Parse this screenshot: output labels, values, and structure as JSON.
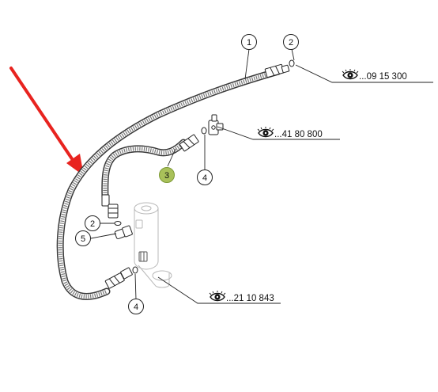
{
  "callouts": [
    {
      "id": "1",
      "label": "1"
    },
    {
      "id": "2a",
      "label": "2"
    },
    {
      "id": "3",
      "label": "3"
    },
    {
      "id": "4a",
      "label": "4"
    },
    {
      "id": "2b",
      "label": "2"
    },
    {
      "id": "5",
      "label": "5"
    },
    {
      "id": "4b",
      "label": "4"
    }
  ],
  "references": [
    {
      "id": "r1",
      "text": "...09 15 300",
      "icon": "eye-icon"
    },
    {
      "id": "r2",
      "text": "...41 80 800",
      "icon": "eye-icon"
    },
    {
      "id": "r3",
      "text": "...21 10 843",
      "icon": "eye-icon"
    }
  ],
  "colors": {
    "arrow": "#e8231f",
    "highlight_callout": "#a9c15a",
    "line": "#222222",
    "hose": "#444444",
    "faint_part": "#b8b8b8"
  }
}
